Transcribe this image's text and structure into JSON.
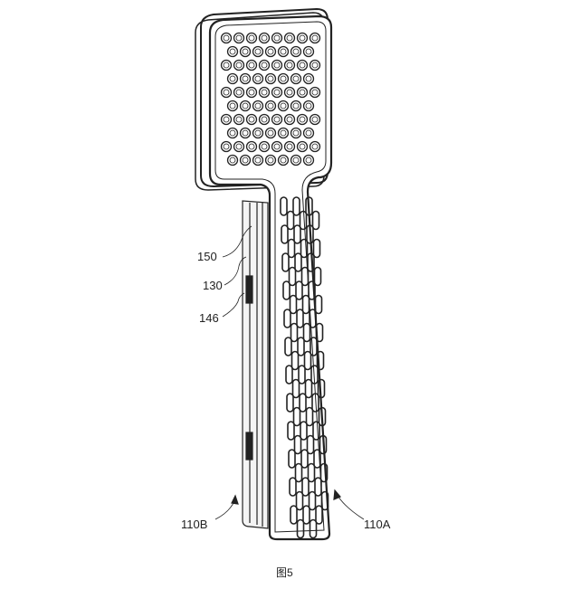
{
  "figure": {
    "caption": "图5",
    "labels": {
      "l150": "150",
      "l130": "130",
      "l146": "146",
      "l110B": "110B",
      "l110A": "110A"
    }
  }
}
